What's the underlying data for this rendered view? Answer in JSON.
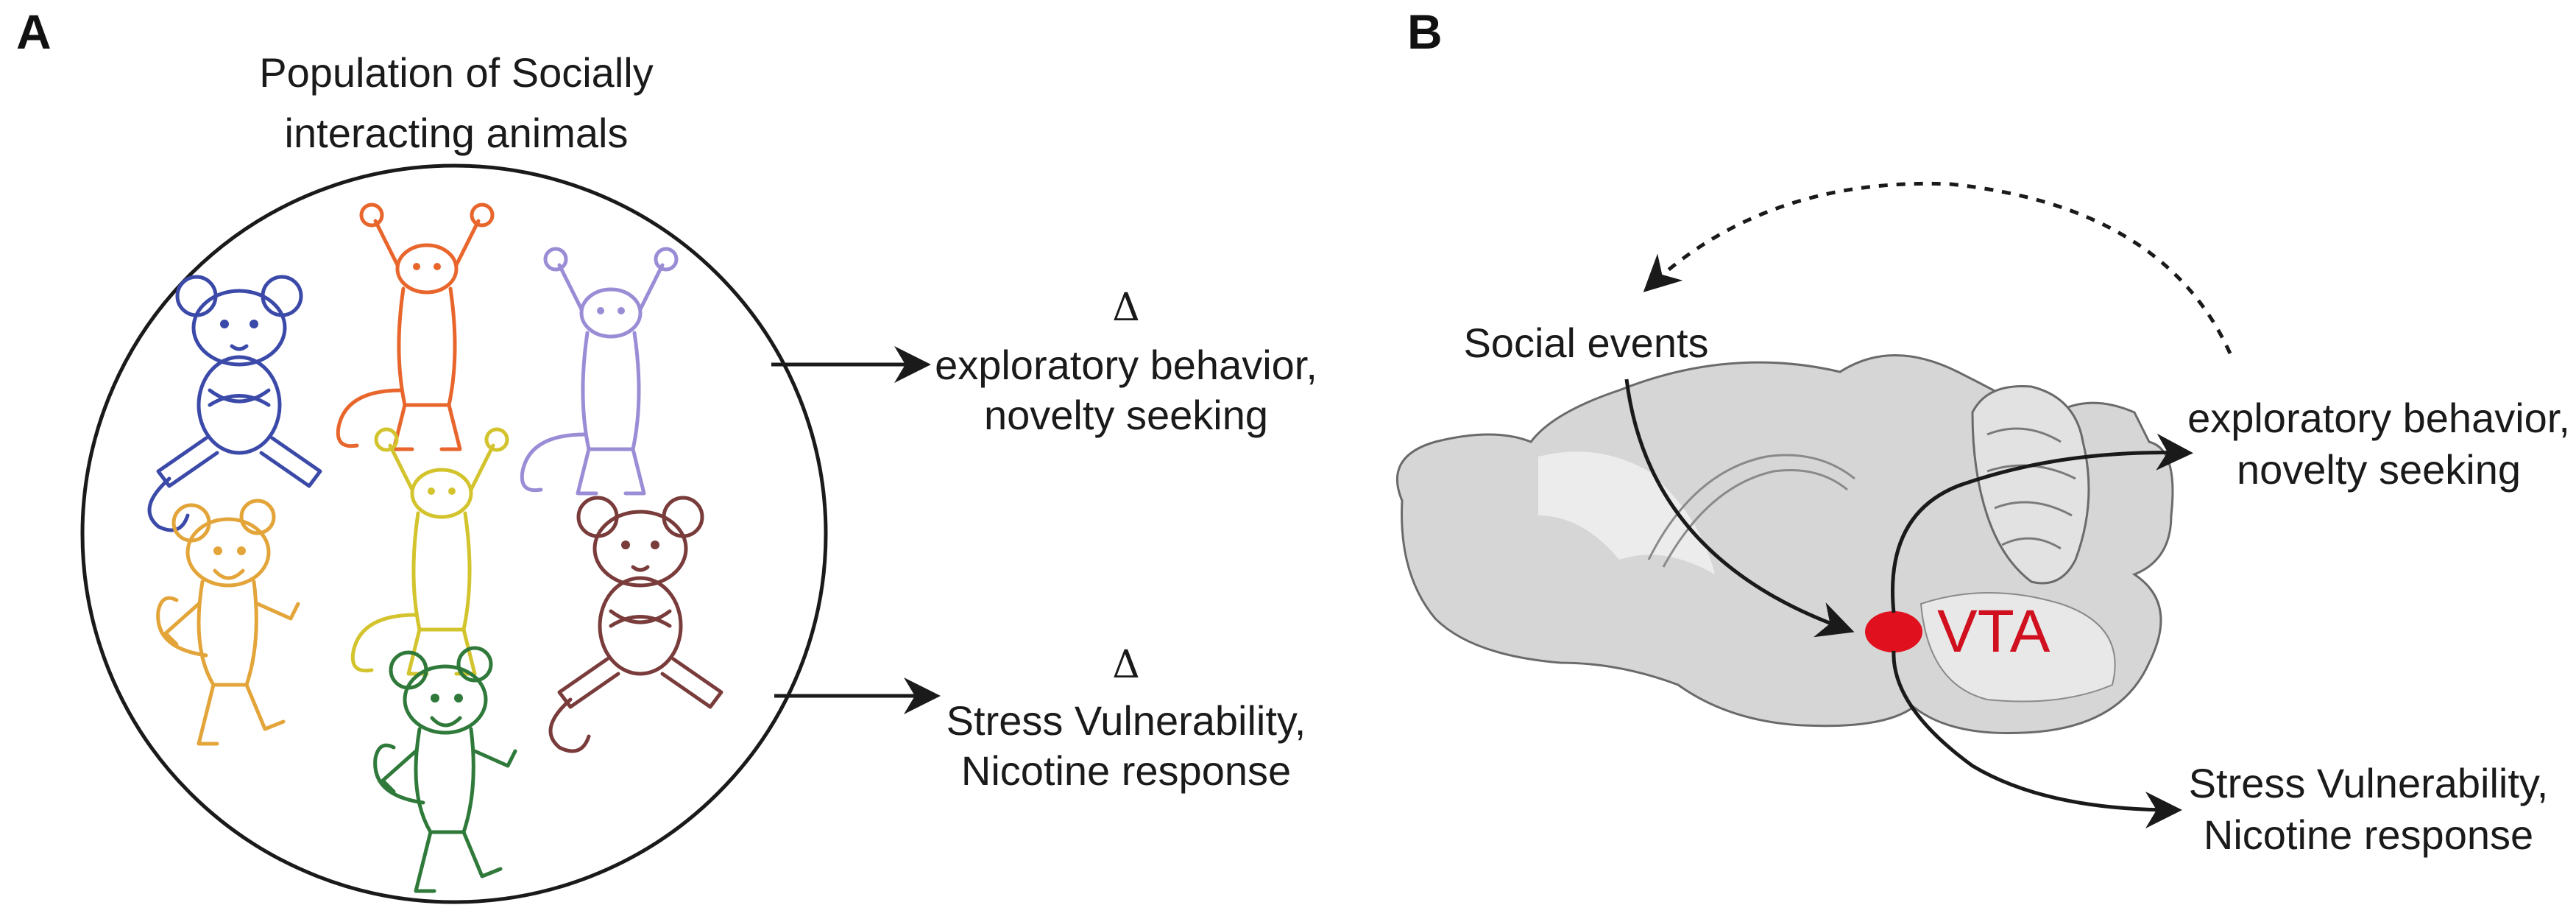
{
  "panel_a": {
    "letter": "A",
    "title_line1": "Population of Socially",
    "title_line2": "interacting animals",
    "mice": [
      {
        "name": "mouse-blue",
        "color": "#3b4aa8",
        "pose": "sitting"
      },
      {
        "name": "mouse-orange",
        "color": "#e8662c",
        "pose": "stretching"
      },
      {
        "name": "mouse-lavender",
        "color": "#9b8cd6",
        "pose": "stretching"
      },
      {
        "name": "mouse-amber",
        "color": "#e3a53a",
        "pose": "dancing"
      },
      {
        "name": "mouse-yellow",
        "color": "#d3c42e",
        "pose": "stretching"
      },
      {
        "name": "mouse-brown",
        "color": "#7a3b3b",
        "pose": "sitting"
      },
      {
        "name": "mouse-green",
        "color": "#2f7a3a",
        "pose": "dancing"
      }
    ],
    "outcome_top": {
      "delta": "Δ",
      "line1": "exploratory behavior,",
      "line2": "novelty seeking"
    },
    "outcome_bottom": {
      "delta": "Δ",
      "line1": "Stress Vulnerability,",
      "line2": "Nicotine response"
    }
  },
  "panel_b": {
    "letter": "B",
    "input_label": "Social events",
    "region_label": "VTA",
    "region_color": "#e0101e",
    "outcome_top": {
      "line1": "exploratory behavior,",
      "line2": "novelty seeking"
    },
    "outcome_bottom": {
      "line1": "Stress Vulnerability,",
      "line2": "Nicotine response"
    }
  }
}
